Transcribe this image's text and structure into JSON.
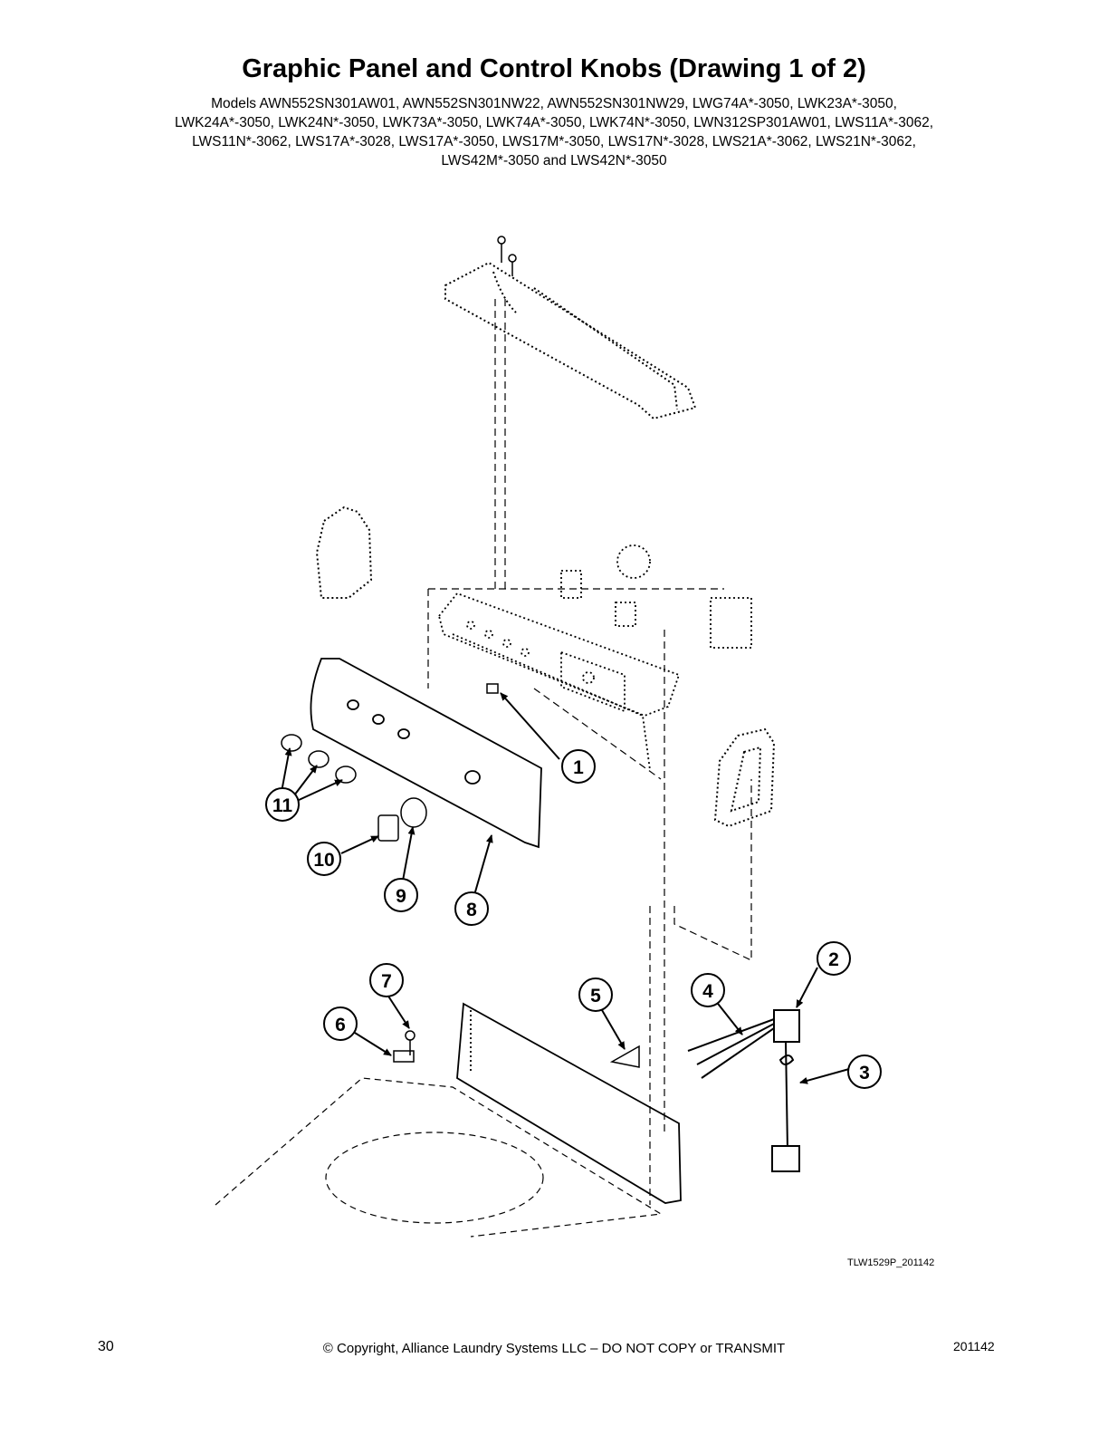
{
  "page": {
    "title": "Graphic Panel and Control Knobs (Drawing 1 of 2)",
    "models_lines": [
      "Models AWN552SN301AW01, AWN552SN301NW22, AWN552SN301NW29, LWG74A*-3050, LWK23A*-3050,",
      "LWK24A*-3050, LWK24N*-3050, LWK73A*-3050, LWK74A*-3050, LWK74N*-3050, LWN312SP301AW01, LWS11A*-3062,",
      "LWS11N*-3062, LWS17A*-3028, LWS17A*-3050, LWS17M*-3050, LWS17N*-3028, LWS21A*-3062, LWS21N*-3062,",
      "LWS42M*-3050 and LWS42N*-3050"
    ]
  },
  "diagram": {
    "drawing_id": "TLW1529P_201142",
    "callouts": [
      {
        "label": "1"
      },
      {
        "label": "2"
      },
      {
        "label": "3"
      },
      {
        "label": "4"
      },
      {
        "label": "5"
      },
      {
        "label": "6"
      },
      {
        "label": "7"
      },
      {
        "label": "8"
      },
      {
        "label": "9"
      },
      {
        "label": "10"
      },
      {
        "label": "11"
      }
    ]
  },
  "footer": {
    "page_number": "30",
    "copyright": "© Copyright, Alliance Laundry Systems LLC – DO NOT COPY or TRANSMIT",
    "doc_number": "201142"
  }
}
